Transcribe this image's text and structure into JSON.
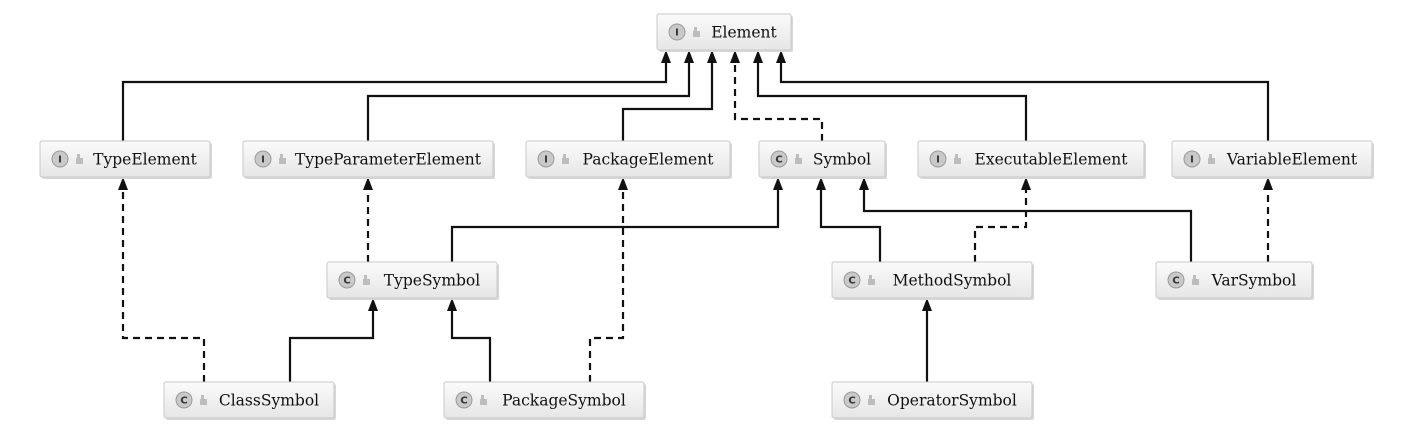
{
  "nodes": [
    {
      "id": "Element",
      "kind": "I",
      "label": "Element"
    },
    {
      "id": "TypeElement",
      "kind": "I",
      "label": "TypeElement"
    },
    {
      "id": "TypeParameterElement",
      "kind": "I",
      "label": "TypeParameterElement"
    },
    {
      "id": "PackageElement",
      "kind": "I",
      "label": "PackageElement"
    },
    {
      "id": "Symbol",
      "kind": "C",
      "label": "Symbol"
    },
    {
      "id": "ExecutableElement",
      "kind": "I",
      "label": "ExecutableElement"
    },
    {
      "id": "VariableElement",
      "kind": "I",
      "label": "VariableElement"
    },
    {
      "id": "TypeSymbol",
      "kind": "C",
      "label": "TypeSymbol"
    },
    {
      "id": "MethodSymbol",
      "kind": "C",
      "label": "MethodSymbol"
    },
    {
      "id": "VarSymbol",
      "kind": "C",
      "label": "VarSymbol"
    },
    {
      "id": "ClassSymbol",
      "kind": "C",
      "label": "ClassSymbol"
    },
    {
      "id": "PackageSymbol",
      "kind": "C",
      "label": "PackageSymbol"
    },
    {
      "id": "OperatorSymbol",
      "kind": "C",
      "label": "OperatorSymbol"
    }
  ],
  "edges": [
    {
      "from": "TypeElement",
      "to": "Element",
      "style": "solid"
    },
    {
      "from": "TypeParameterElement",
      "to": "Element",
      "style": "solid"
    },
    {
      "from": "PackageElement",
      "to": "Element",
      "style": "solid"
    },
    {
      "from": "Symbol",
      "to": "Element",
      "style": "dashed"
    },
    {
      "from": "ExecutableElement",
      "to": "Element",
      "style": "solid"
    },
    {
      "from": "VariableElement",
      "to": "Element",
      "style": "solid"
    },
    {
      "from": "TypeSymbol",
      "to": "Symbol",
      "style": "solid"
    },
    {
      "from": "TypeSymbol",
      "to": "TypeParameterElement",
      "style": "dashed"
    },
    {
      "from": "MethodSymbol",
      "to": "Symbol",
      "style": "solid"
    },
    {
      "from": "MethodSymbol",
      "to": "ExecutableElement",
      "style": "dashed"
    },
    {
      "from": "VarSymbol",
      "to": "Symbol",
      "style": "solid"
    },
    {
      "from": "VarSymbol",
      "to": "VariableElement",
      "style": "dashed"
    },
    {
      "from": "ClassSymbol",
      "to": "TypeSymbol",
      "style": "solid"
    },
    {
      "from": "ClassSymbol",
      "to": "TypeElement",
      "style": "dashed"
    },
    {
      "from": "PackageSymbol",
      "to": "TypeSymbol",
      "style": "solid"
    },
    {
      "from": "PackageSymbol",
      "to": "PackageElement",
      "style": "dashed"
    },
    {
      "from": "OperatorSymbol",
      "to": "MethodSymbol",
      "style": "solid"
    }
  ]
}
